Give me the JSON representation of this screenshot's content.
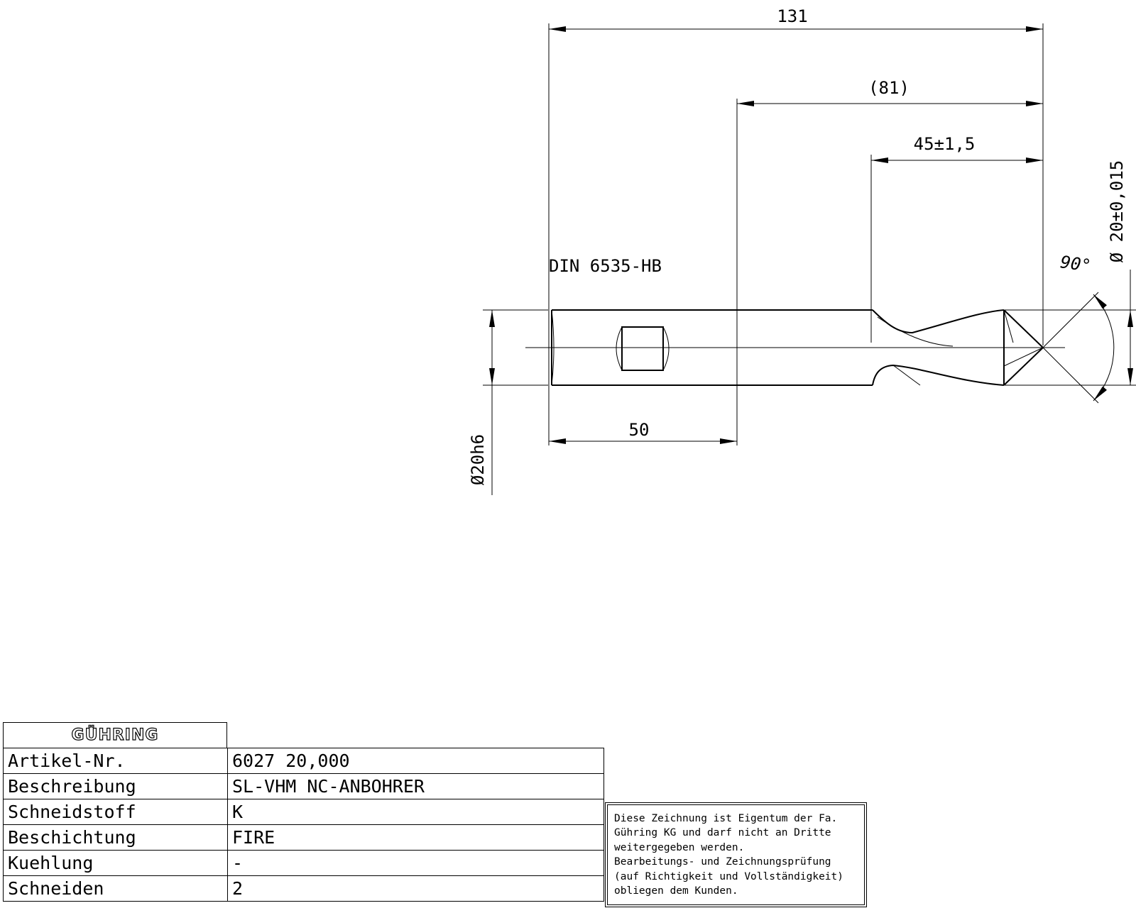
{
  "drawing": {
    "dimensions": {
      "overall_length": "131",
      "reference_length": "(81)",
      "flute_length": "45±1,5",
      "shank_length": "50",
      "shank_diameter": "Ø20h6",
      "tool_diameter": "Ø 20±0,015",
      "point_angle": "90°"
    },
    "standard_note": "DIN 6535-HB"
  },
  "titleblock": {
    "logo_text": "GÜHRING",
    "rows": [
      {
        "label": "Artikel-Nr.",
        "value": "6027 20,000"
      },
      {
        "label": "Beschreibung",
        "value": "SL-VHM NC-ANBOHRER"
      },
      {
        "label": "Schneidstoff",
        "value": "K"
      },
      {
        "label": "Beschichtung",
        "value": "FIRE"
      },
      {
        "label": "Kuehlung",
        "value": "-"
      },
      {
        "label": "Schneiden",
        "value": "2"
      }
    ]
  },
  "notice": {
    "lines": [
      "Diese Zeichnung ist Eigentum der Fa.",
      "Gühring KG und darf nicht an Dritte",
      "weitergegeben werden.",
      "Bearbeitungs- und Zeichnungsprüfung",
      "(auf Richtigkeit und Vollständigkeit)",
      "obliegen dem Kunden."
    ]
  }
}
